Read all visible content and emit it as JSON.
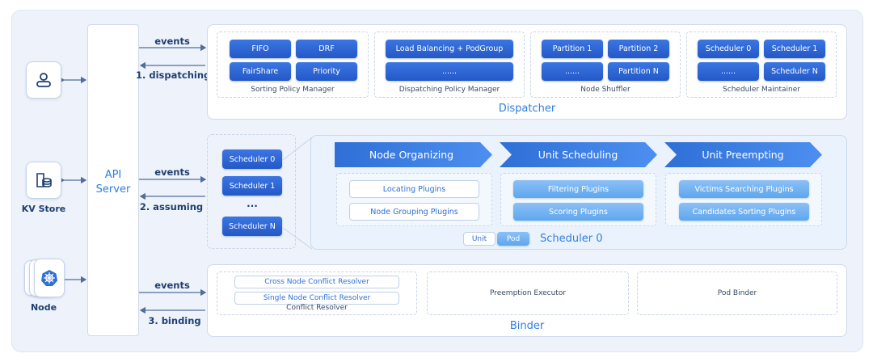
{
  "entities": {
    "api_server": {
      "line1": "API",
      "line2": "Server"
    },
    "kv_store": "KV Store",
    "node": "Node"
  },
  "edges": {
    "dispatcher_events": "events",
    "dispatching": "1. dispatching",
    "scheduler_events": "events",
    "assuming": "2. assuming",
    "binder_events": "events",
    "binding": "3. binding"
  },
  "dispatcher": {
    "title": "Dispatcher",
    "sorting": {
      "items": [
        "FIFO",
        "DRF",
        "FairShare",
        "Priority"
      ],
      "caption": "Sorting Policy Manager"
    },
    "dispatching_policy": {
      "items": [
        "Load Balancing + PodGroup",
        "......"
      ],
      "caption": "Dispatching Policy Manager"
    },
    "node_shuffler": {
      "items": [
        "Partition 1",
        "Partition 2",
        "......",
        "Partition N"
      ],
      "caption": "Node Shuffler"
    },
    "scheduler_maintainer": {
      "items": [
        "Scheduler 0",
        "Scheduler 1",
        "......",
        "Scheduler N"
      ],
      "caption": "Scheduler Maintainer"
    }
  },
  "schedulers": {
    "items": [
      "Scheduler 0",
      "Scheduler 1",
      "...",
      "Scheduler N"
    ]
  },
  "scheduler_detail": {
    "title": "Scheduler 0",
    "stages": [
      "Node Organizing",
      "Unit Scheduling",
      "Unit Preempting"
    ],
    "organizing_plugins": [
      "Locating Plugins",
      "Node Grouping Plugins"
    ],
    "scheduling_plugins": [
      "Filtering Plugins",
      "Scoring Plugins"
    ],
    "preempting_plugins": [
      "Victims Searching  Plugins",
      "Candidates Sorting Plugins"
    ],
    "legend": {
      "unit": "Unit",
      "pod": "Pod"
    }
  },
  "binder": {
    "title": "Binder",
    "conflict": {
      "items": [
        "Cross Node Conflict Resolver",
        "Single Node Conflict Resolver"
      ],
      "caption": "Conflict Resolver"
    },
    "preemption_executor": "Preemption Executor",
    "pod_binder": "Pod Binder"
  },
  "colors": {
    "primary": "#2458c7",
    "accent": "#2f7ee0",
    "light": "#6aaef0",
    "label": "#1f3f70"
  }
}
